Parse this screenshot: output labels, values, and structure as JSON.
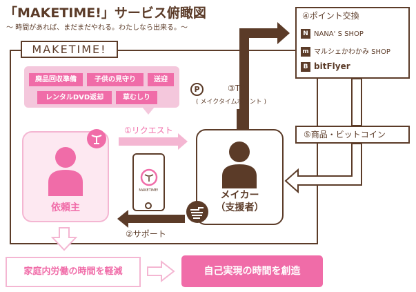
{
  "title": "「MAKETIME!」サービス俯瞰図",
  "subtitle": "〜 時間があれば、まだまだやれる。わたしなら出来る。〜",
  "logo": "MAKETIME!",
  "requests": [
    "廃品回収準備",
    "子供の見守り",
    "送迎",
    "レンタルDVD返却",
    "草むしり"
  ],
  "client_label": "依頼主",
  "maker_label_1": "メイカー",
  "maker_label_2": "（支援者）",
  "phone_logo": "MAKETIME!",
  "step1": "①リクエスト",
  "step2": "②サポート",
  "step3_title": "③TP",
  "step3_sub": "( メイクタイムポイント )",
  "tp_coin": "P",
  "point_exchange": {
    "title": "④ポイント交換",
    "shops": [
      {
        "icon": "N",
        "name": "NANA' S SHOP"
      },
      {
        "icon": "m",
        "name": "マルシェかわかみ SHOP"
      },
      {
        "icon": "B",
        "name": "bitFlyer"
      }
    ]
  },
  "goods": "⑤商品・ビットコイン",
  "bottom_left": "家庭内労働の時間を軽減",
  "bottom_right": "自己実現の時間を創造",
  "colors": {
    "brown": "#5b3b28",
    "pink": "#f06ca8",
    "light_pink": "#f4c7dc"
  }
}
